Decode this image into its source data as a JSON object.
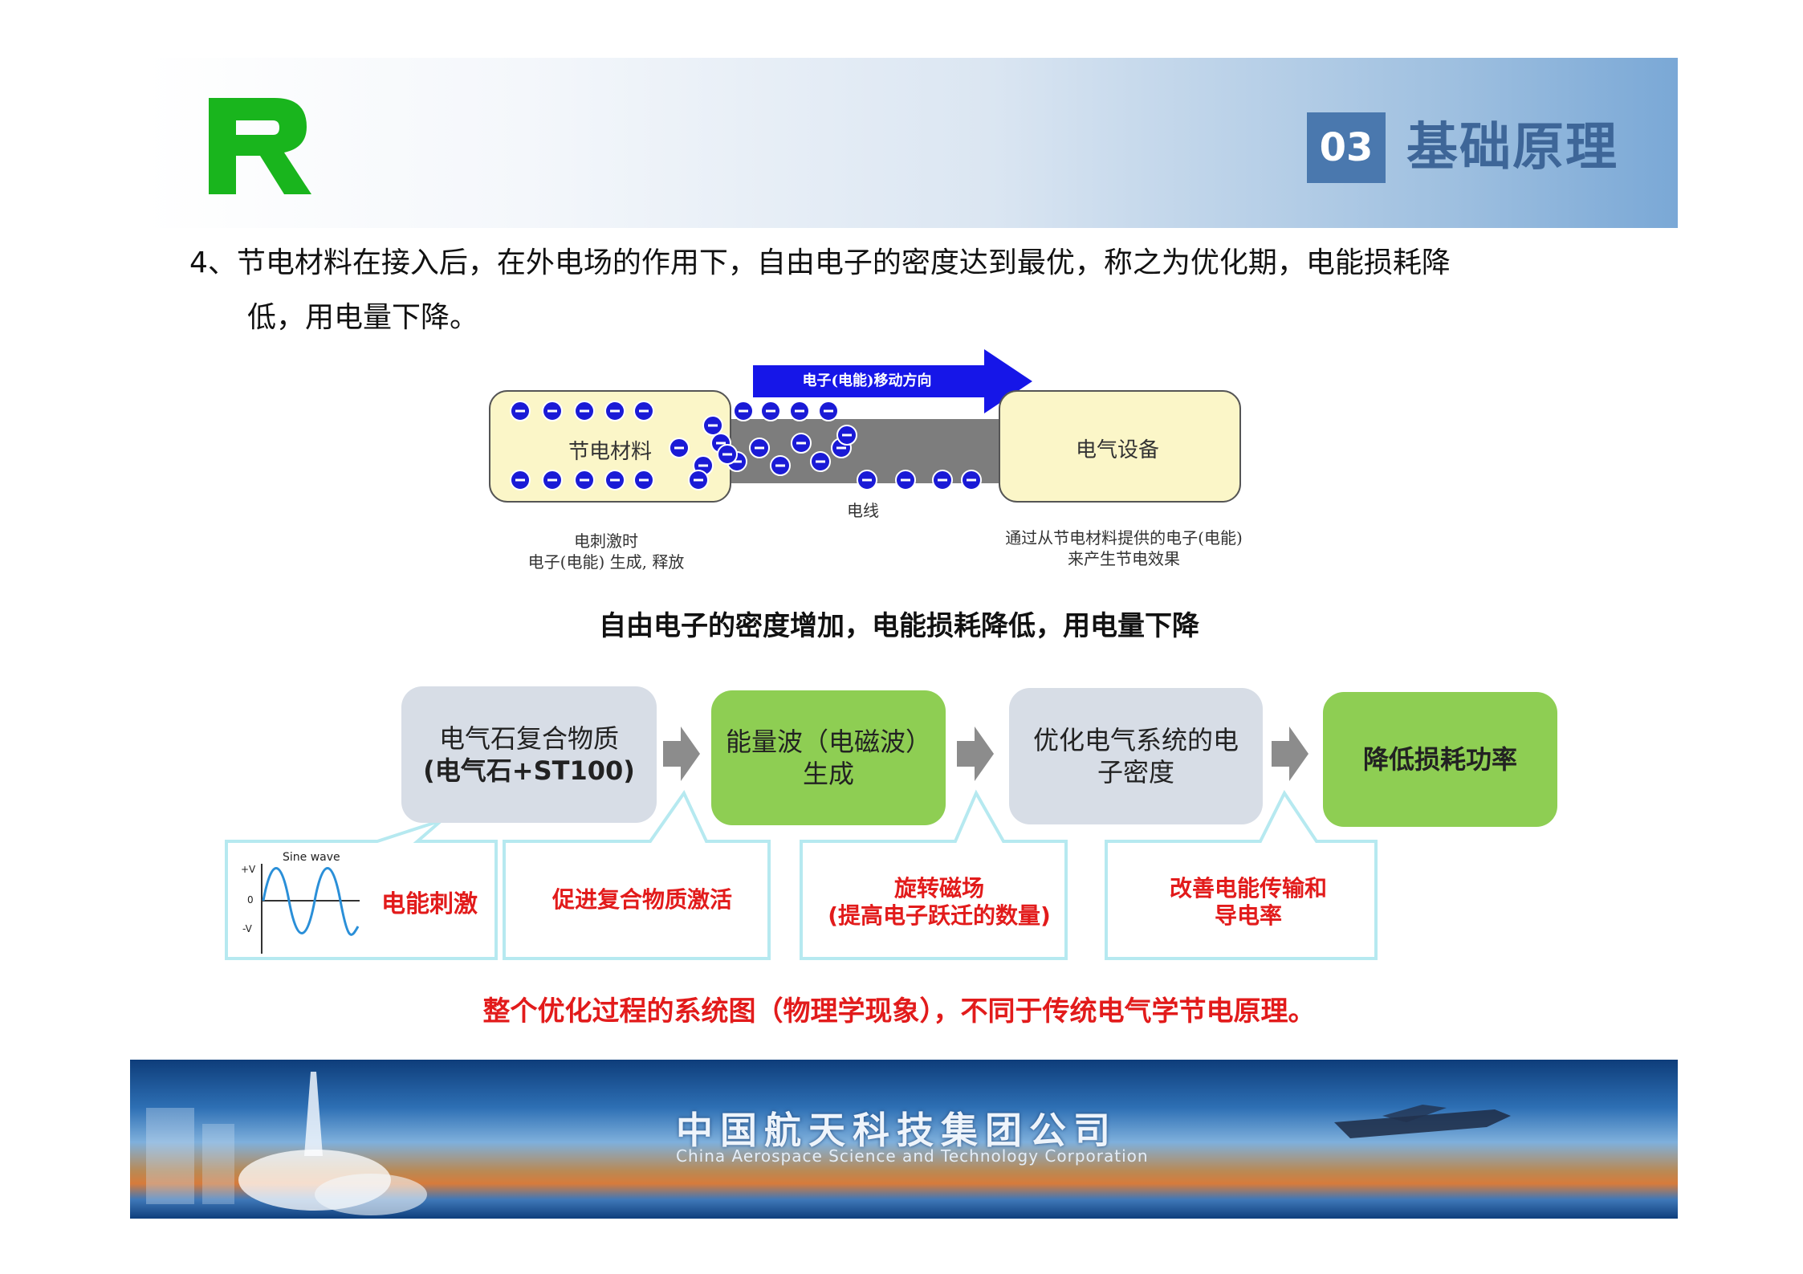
{
  "header": {
    "section_number": "03",
    "section_title": "基础原理",
    "logo_letter": "R"
  },
  "point": {
    "line1": "4、节电材料在接入后，在外电场的作用下，自由电子的密度达到最优，称之为优化期，电能损耗降",
    "line2": "低，用电量下降。"
  },
  "diagram": {
    "arrow_label": "电子(电能)移动方向",
    "left_box_label": "节电材料",
    "right_box_label": "电气设备",
    "wire_label": "电线",
    "left_caption_1": "电刺激时",
    "left_caption_2": "电子(电能) 生成, 释放",
    "right_caption_1": "通过从节电材料提供的电子(电能)",
    "right_caption_2": "来产生节电效果",
    "heading": "自由电子的密度增加，电能损耗降低，用电量下降"
  },
  "process": {
    "steps": [
      {
        "line1": "电气石复合物质",
        "line2": "(电气石+ST100)"
      },
      {
        "line1": "能量波（电磁波）",
        "line2": "生成"
      },
      {
        "line1": "优化电气系统的电",
        "line2": "子密度"
      },
      {
        "line1": "降低损耗功率",
        "line2": ""
      }
    ],
    "callouts": [
      {
        "line1": "电能刺激",
        "line2": ""
      },
      {
        "line1": "促进复合物质激活",
        "line2": ""
      },
      {
        "line1": "旋转磁场",
        "line2": "(提高电子跃迁的数量)"
      },
      {
        "line1": "改善电能传输和",
        "line2": "导电率"
      }
    ],
    "sine_label": "Sine wave",
    "sine_axis_top": "+V",
    "sine_axis_mid": "0",
    "sine_axis_bottom": "-V",
    "summary": "整个优化过程的系统图（物理学现象），不同于传统电气学节电原理。"
  },
  "footer": {
    "company_cn": "中国航天科技集团公司",
    "company_en": "China Aerospace Science and Technology Corporation"
  },
  "colors": {
    "accent_blue": "#4a78ae",
    "logo_green": "#19b51d",
    "callout_red": "#e21b1b",
    "box_green": "#8ece53",
    "box_gray": "#d7dde6",
    "callout_border": "#b6e9f0"
  }
}
